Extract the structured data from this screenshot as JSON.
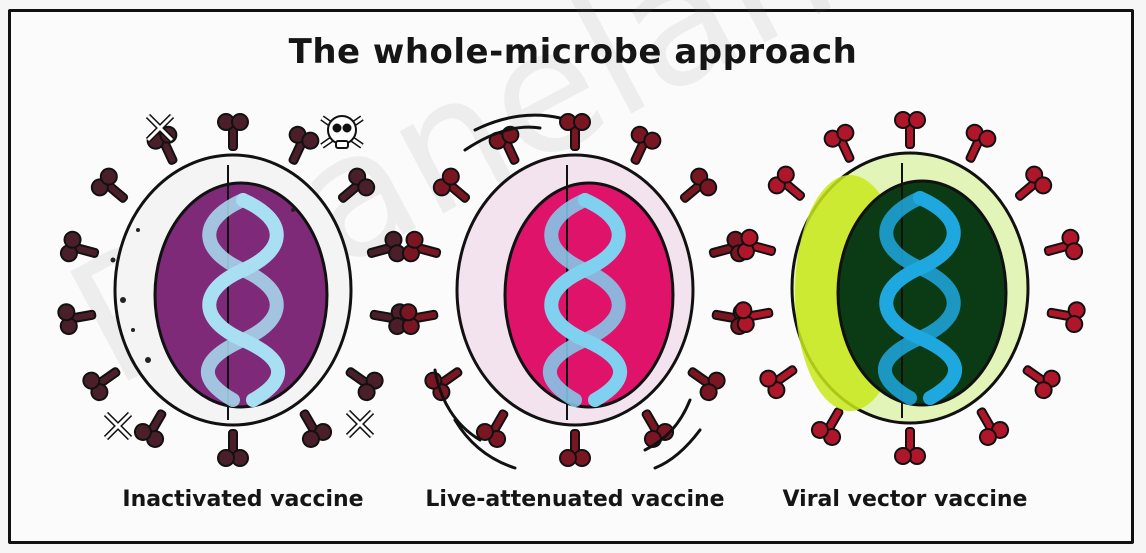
{
  "title": "The whole-microbe approach",
  "watermark": "Pinanelam.com",
  "microbes": [
    {
      "caption": "Inactivated vaccine",
      "core_color": "#7e2a78",
      "spike_color": "#4a1f2a",
      "shell_color": "#f4f4f4"
    },
    {
      "caption": "Live-attenuated vaccine",
      "core_color": "#e0136a",
      "spike_color": "#7a1622",
      "shell_color": "#f3e3ee"
    },
    {
      "caption": "Viral vector vaccine",
      "core_color": "#0b3b14",
      "spike_color": "#b0162a",
      "shell_color": "#e3f4b8"
    }
  ],
  "colors": {
    "dna": "#7fd1ef",
    "dna_blue": "#1fa8e0",
    "outline": "#111111"
  }
}
